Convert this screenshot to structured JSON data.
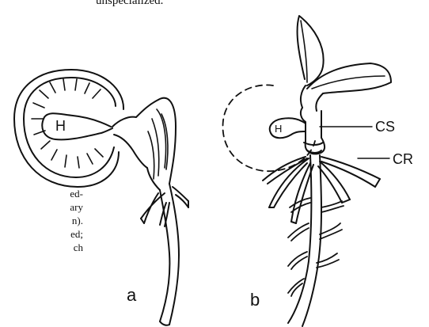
{
  "top_text": "unspecialized.",
  "caption_lines": [
    "ed-",
    "ary",
    "n).",
    "ed;",
    "ch"
  ],
  "labels": {
    "haustorium_a": "H",
    "haustorium_b": "H",
    "cs": "CS",
    "cr": "CR",
    "panel_a": "a",
    "panel_b": "b"
  }
}
